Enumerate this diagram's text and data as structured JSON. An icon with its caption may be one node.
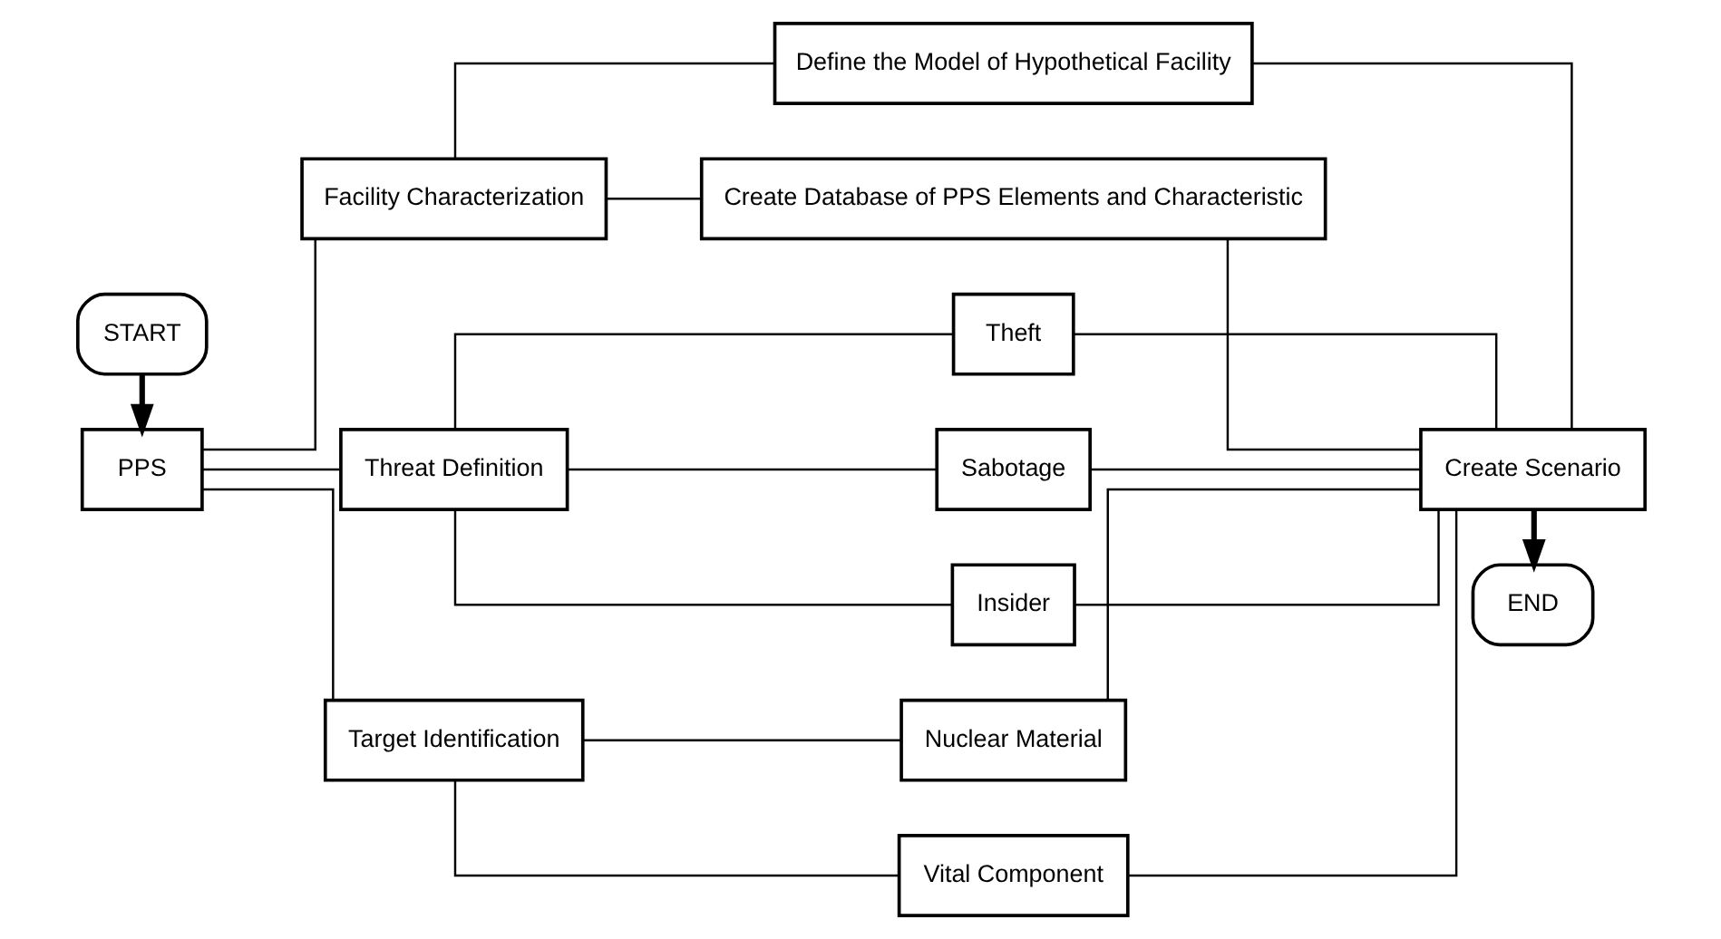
{
  "diagram": {
    "nodes": [
      {
        "text": [
          "START"
        ]
      },
      {
        "text": [
          "PPS"
        ]
      },
      {
        "text": [
          "Facility Characterization"
        ]
      },
      {
        "text": [
          "Threat Definition"
        ]
      },
      {
        "text": [
          "Target Identification"
        ]
      },
      {
        "text": [
          "Define the Model of Hypothetical Facility"
        ]
      },
      {
        "text": [
          "Create Database of PPS Elements and Characteristic"
        ]
      },
      {
        "text": [
          "Theft"
        ]
      },
      {
        "text": [
          "Sabotage"
        ]
      },
      {
        "text": [
          "Insider"
        ]
      },
      {
        "text": [
          "Nuclear Material"
        ]
      },
      {
        "text": [
          "Vital Component"
        ]
      },
      {
        "text": [
          "Create Scenario"
        ]
      },
      {
        "text": [
          "END"
        ]
      }
    ],
    "edges": [
      {
        "from": 0,
        "to": 1,
        "arrow": "to",
        "style": "thick"
      },
      {
        "from": 1,
        "to": 2,
        "arrow": "none"
      },
      {
        "from": 1,
        "to": 3,
        "arrow": "none"
      },
      {
        "from": 1,
        "to": 4,
        "arrow": "none"
      },
      {
        "from": 2,
        "to": 5,
        "arrow": "none"
      },
      {
        "from": 2,
        "to": 6,
        "arrow": "none"
      },
      {
        "from": 3,
        "to": 7,
        "arrow": "none"
      },
      {
        "from": 3,
        "to": 8,
        "arrow": "none"
      },
      {
        "from": 3,
        "to": 9,
        "arrow": "none"
      },
      {
        "from": 4,
        "to": 10,
        "arrow": "none"
      },
      {
        "from": 4,
        "to": 11,
        "arrow": "none"
      },
      {
        "from": 5,
        "to": 12,
        "arrow": "none"
      },
      {
        "from": 6,
        "to": 12,
        "arrow": "none"
      },
      {
        "from": 7,
        "to": 12,
        "arrow": "none"
      },
      {
        "from": 8,
        "to": 12,
        "arrow": "none"
      },
      {
        "from": 9,
        "to": 12,
        "arrow": "none"
      },
      {
        "from": 10,
        "to": 12,
        "arrow": "none"
      },
      {
        "from": 11,
        "to": 12,
        "arrow": "none"
      },
      {
        "from": 12,
        "to": 13,
        "arrow": "to",
        "style": "thick"
      }
    ]
  }
}
